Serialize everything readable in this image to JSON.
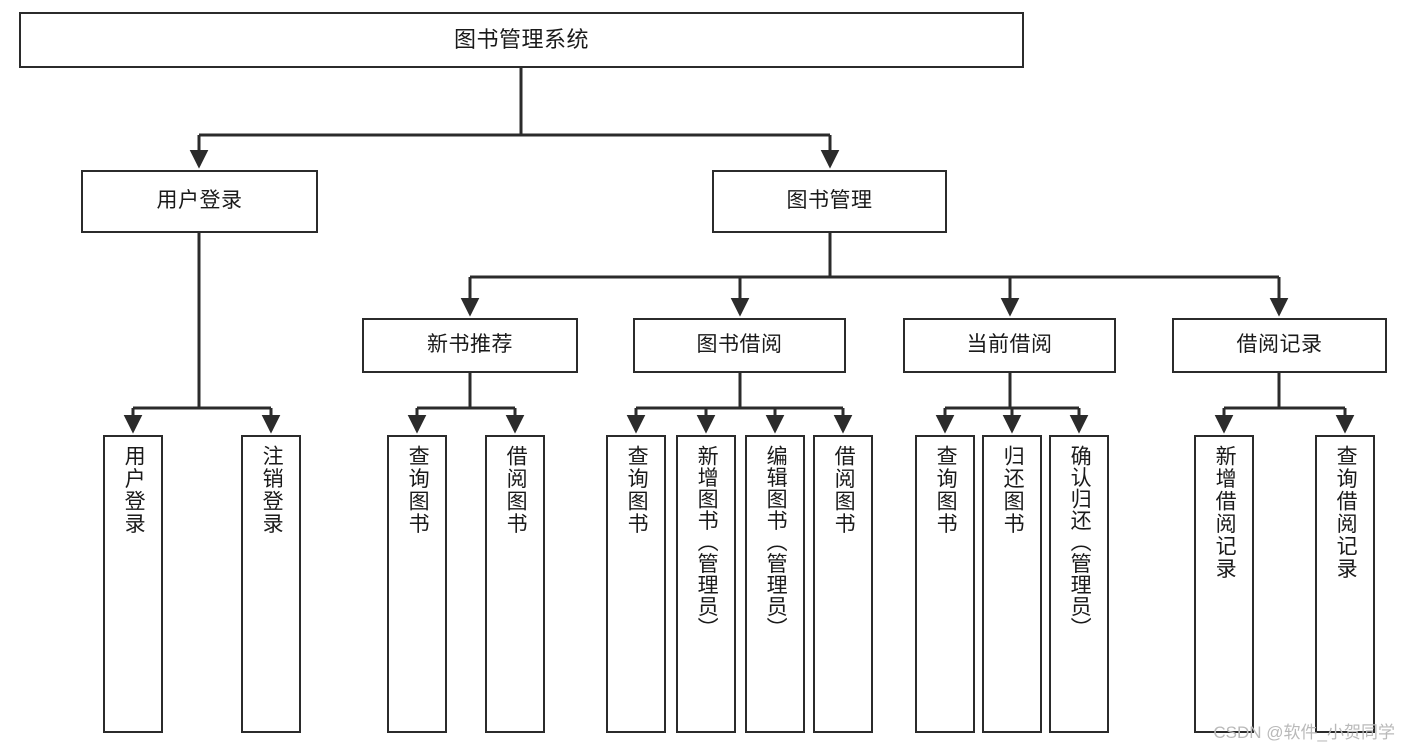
{
  "diagram": {
    "title": "图书管理系统",
    "watermark": "CSDN @软件_小贺同学",
    "line_color": "#2b2b2b",
    "box_fill": "#ffffff",
    "text_color": "#1a1a1a",
    "watermark_color": "#b9b9b9"
  },
  "level0": {
    "root": "图书管理系统"
  },
  "level1": [
    {
      "label": "用户登录"
    },
    {
      "label": "图书管理"
    }
  ],
  "level2": [
    {
      "label": "新书推荐"
    },
    {
      "label": "图书借阅"
    },
    {
      "label": "当前借阅"
    },
    {
      "label": "借阅记录"
    }
  ],
  "leaves": {
    "user_login": [
      {
        "label": "用户登录"
      },
      {
        "label": "注销登录"
      }
    ],
    "new_book": [
      {
        "label": "查询图书"
      },
      {
        "label": "借阅图书"
      }
    ],
    "borrow_book": [
      {
        "label": "查询图书"
      },
      {
        "label": "新增图书（管理员）"
      },
      {
        "label": "编辑图书（管理员）"
      },
      {
        "label": "借阅图书"
      }
    ],
    "current_borrow": [
      {
        "label": "查询图书"
      },
      {
        "label": "归还图书"
      },
      {
        "label": "确认归还（管理员）"
      }
    ],
    "borrow_record": [
      {
        "label": "新增借阅记录"
      },
      {
        "label": "查询借阅记录"
      }
    ]
  }
}
